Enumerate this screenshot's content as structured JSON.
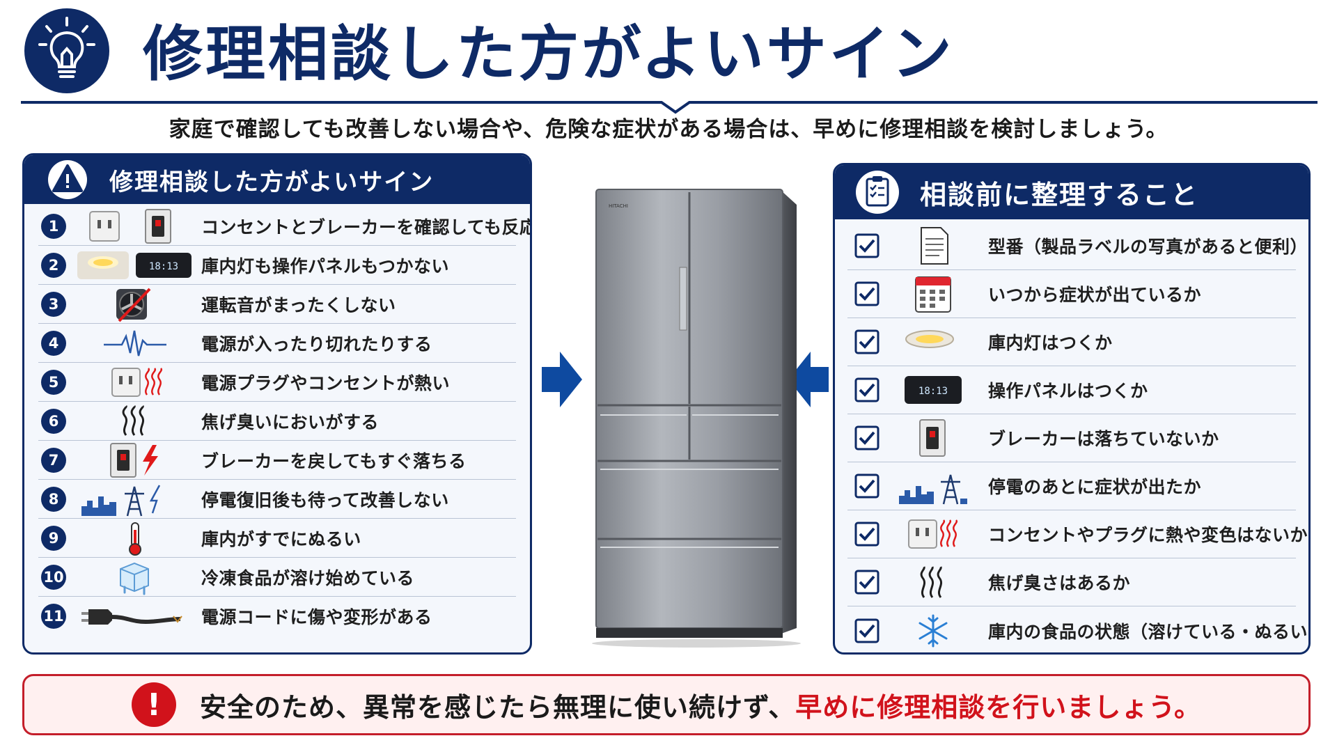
{
  "header": {
    "title": "修理相談した方がよいサイン",
    "subtitle": "家庭で確認しても改善しない場合や、危険な症状がある場合は、早めに修理相談を検討しましょう。"
  },
  "left_panel": {
    "title": "修理相談した方がよいサイン",
    "items": [
      {
        "num": "1",
        "text": "コンセントとブレーカーを確認しても反応しない",
        "icon": "outlet-breaker-icon"
      },
      {
        "num": "2",
        "text": "庫内灯も操作パネルもつかない",
        "icon": "light-panel-icon"
      },
      {
        "num": "3",
        "text": "運転音がまったくしない",
        "icon": "fan-muted-icon"
      },
      {
        "num": "4",
        "text": "電源が入ったり切れたりする",
        "icon": "pulse-wave-icon"
      },
      {
        "num": "5",
        "text": "電源プラグやコンセントが熱い",
        "icon": "hot-outlet-icon"
      },
      {
        "num": "6",
        "text": "焦げ臭いにおいがする",
        "icon": "smell-icon"
      },
      {
        "num": "7",
        "text": "ブレーカーを戻してもすぐ落ちる",
        "icon": "breaker-lightning-icon"
      },
      {
        "num": "8",
        "text": "停電復旧後も待って改善しない",
        "icon": "power-outage-icon"
      },
      {
        "num": "9",
        "text": "庫内がすでにぬるい",
        "icon": "thermometer-icon"
      },
      {
        "num": "10",
        "text": "冷凍食品が溶け始めている",
        "icon": "melting-ice-icon"
      },
      {
        "num": "11",
        "text": "電源コードに傷や変形がある",
        "icon": "damaged-plug-icon"
      }
    ]
  },
  "right_panel": {
    "title": "相談前に整理すること",
    "items": [
      {
        "text": "型番（製品ラベルの写真があると便利）",
        "icon": "document-icon"
      },
      {
        "text": "いつから症状が出ているか",
        "icon": "calendar-icon"
      },
      {
        "text": "庫内灯はつくか",
        "icon": "ceiling-light-icon"
      },
      {
        "text": "操作パネルはつくか",
        "icon": "control-panel-icon"
      },
      {
        "text": "ブレーカーは落ちていないか",
        "icon": "breaker-icon"
      },
      {
        "text": "停電のあとに症状が出たか",
        "icon": "city-tower-icon"
      },
      {
        "text": "コンセントやプラグに熱や変色はないか",
        "icon": "hot-outlet-icon"
      },
      {
        "text": "焦げ臭さはあるか",
        "icon": "smell-icon"
      },
      {
        "text": "庫内の食品の状態（溶けている・ぬるいなど）",
        "icon": "snowflake-icon"
      }
    ]
  },
  "fridge": {
    "brand": "HITACHI"
  },
  "footer": {
    "text_main": "安全のため、異常を感じたら無理に使い続けず、",
    "text_emphasis": "早めに修理相談を行いましょう。",
    "icon": "exclamation-icon"
  },
  "colors": {
    "navy": "#0e2a66",
    "accent_red": "#d1121b",
    "panel_bg": "#f4f7fc",
    "footer_bg": "#fff0f0"
  },
  "panel_readout": {
    "digits": "18:13"
  }
}
